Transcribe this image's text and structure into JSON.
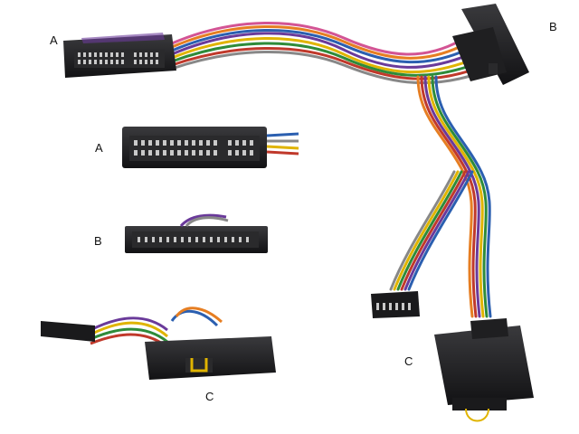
{
  "labels": {
    "main_connector_a": "A",
    "main_connector_b": "B",
    "detail_connector_a": "A",
    "detail_connector_b": "B",
    "module_c_left": "C",
    "module_c_right": "C"
  },
  "colors": {
    "background": "#ffffff",
    "connector_body": "#1c1c1e",
    "pin": "#c9c9c9",
    "label": "#111111",
    "wires": [
      "#6a3a9a",
      "#e0b400",
      "#2e8b3a",
      "#c0392b",
      "#2b5fb0",
      "#e67e22",
      "#888888",
      "#111111",
      "#d35494",
      "#7b4a2a"
    ]
  },
  "icons": [
    "harness-connector-image",
    "wiring-loom-image",
    "interface-module-image"
  ]
}
